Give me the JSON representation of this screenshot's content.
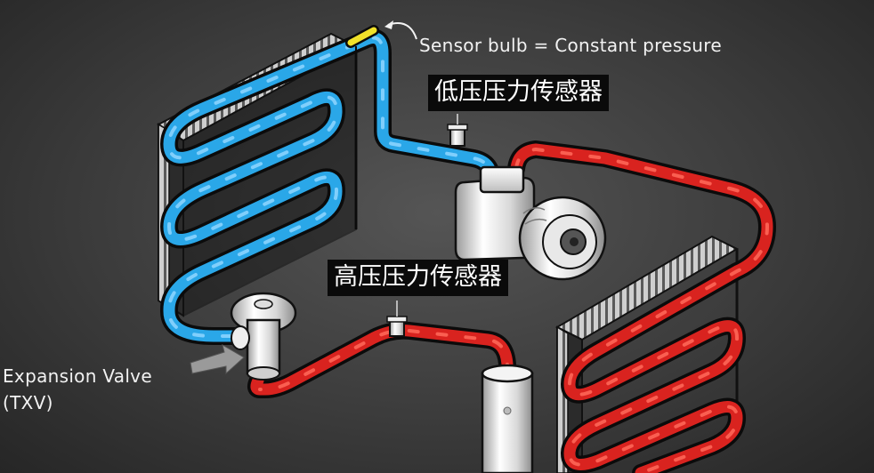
{
  "labels": {
    "sensor_bulb": "Sensor bulb = Constant pressure",
    "low_pressure_sensor": "低压压力传感器",
    "high_pressure_sensor": "高压压力传感器",
    "expansion_valve_line1": "Expansion Valve",
    "expansion_valve_line2": "(TXV)"
  },
  "colors": {
    "low_side_pipe": "#29a6e8",
    "high_side_pipe": "#d9231f",
    "sensor_bulb": "#f1e22a",
    "label_box_bg": "#0a0a0a",
    "background": "#3c3c3c"
  }
}
